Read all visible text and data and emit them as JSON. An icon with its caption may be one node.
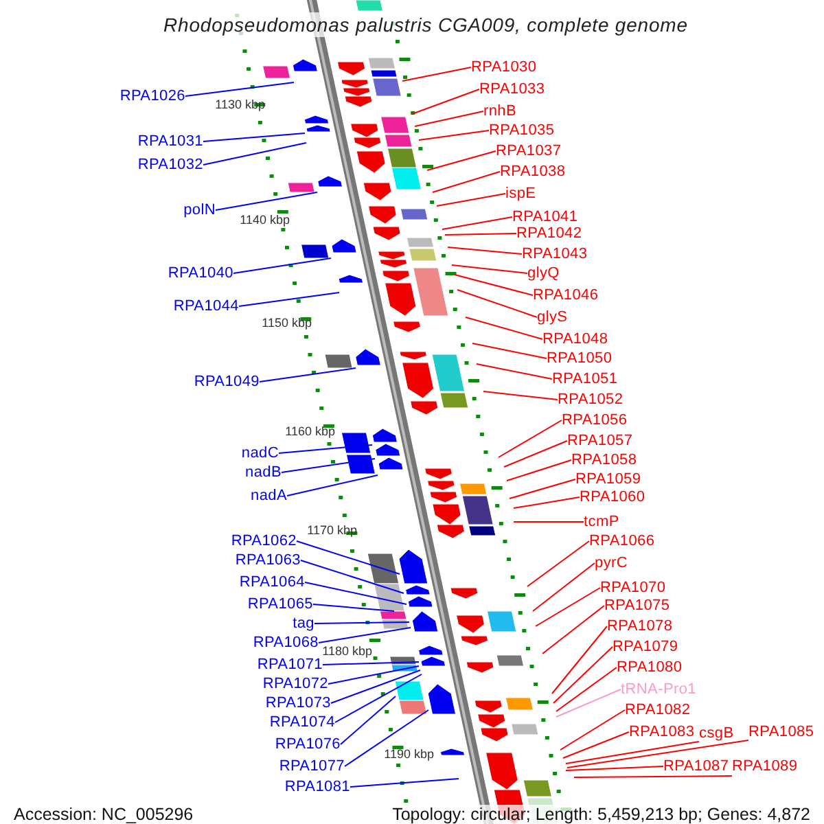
{
  "diagram": {
    "title": "Rhodopseudomonas palustris CGA009, complete genome",
    "nodes": [
      {
        "text": [
          "RPA1026"
        ]
      },
      {
        "text": [
          "RPA1031"
        ]
      },
      {
        "text": [
          "RPA1032"
        ]
      },
      {
        "text": [
          "polN"
        ]
      },
      {
        "text": [
          "RPA1040"
        ]
      },
      {
        "text": [
          "RPA1044"
        ]
      },
      {
        "text": [
          "RPA1049"
        ]
      },
      {
        "text": [
          "nadC"
        ]
      },
      {
        "text": [
          "nadB"
        ]
      },
      {
        "text": [
          "nadA"
        ]
      },
      {
        "text": [
          "RPA1062"
        ]
      },
      {
        "text": [
          "RPA1063"
        ]
      },
      {
        "text": [
          "RPA1064"
        ]
      },
      {
        "text": [
          "RPA1065"
        ]
      },
      {
        "text": [
          "tag"
        ]
      },
      {
        "text": [
          "RPA1068"
        ]
      },
      {
        "text": [
          "RPA1071"
        ]
      },
      {
        "text": [
          "RPA1072"
        ]
      },
      {
        "text": [
          "RPA1073"
        ]
      },
      {
        "text": [
          "RPA1074"
        ]
      },
      {
        "text": [
          "RPA1076"
        ]
      },
      {
        "text": [
          "RPA1077"
        ]
      },
      {
        "text": [
          "RPA1081"
        ]
      },
      {
        "text": [
          "RPA1030"
        ]
      },
      {
        "text": [
          "RPA1033"
        ]
      },
      {
        "text": [
          "rnhB"
        ]
      },
      {
        "text": [
          "RPA1035"
        ]
      },
      {
        "text": [
          "RPA1037"
        ]
      },
      {
        "text": [
          "RPA1038"
        ]
      },
      {
        "text": [
          "ispE"
        ]
      },
      {
        "text": [
          "RPA1041"
        ]
      },
      {
        "text": [
          "RPA1042"
        ]
      },
      {
        "text": [
          "RPA1043"
        ]
      },
      {
        "text": [
          "glyQ"
        ]
      },
      {
        "text": [
          "RPA1046"
        ]
      },
      {
        "text": [
          "glyS"
        ]
      },
      {
        "text": [
          "RPA1048"
        ]
      },
      {
        "text": [
          "RPA1050"
        ]
      },
      {
        "text": [
          "RPA1051"
        ]
      },
      {
        "text": [
          "RPA1052"
        ]
      },
      {
        "text": [
          "RPA1056"
        ]
      },
      {
        "text": [
          "RPA1057"
        ]
      },
      {
        "text": [
          "RPA1058"
        ]
      },
      {
        "text": [
          "RPA1059"
        ]
      },
      {
        "text": [
          "RPA1060"
        ]
      },
      {
        "text": [
          "tcmP"
        ]
      },
      {
        "text": [
          "RPA1066"
        ]
      },
      {
        "text": [
          "pyrC"
        ]
      },
      {
        "text": [
          "RPA1070"
        ]
      },
      {
        "text": [
          "RPA1075"
        ]
      },
      {
        "text": [
          "RPA1078"
        ]
      },
      {
        "text": [
          "RPA1079"
        ]
      },
      {
        "text": [
          "RPA1080"
        ]
      },
      {
        "text": [
          "tRNA-Pro1"
        ]
      },
      {
        "text": [
          "RPA1082"
        ]
      },
      {
        "text": [
          "RPA1083"
        ]
      },
      {
        "text": [
          "csgB"
        ]
      },
      {
        "text": [
          "RPA1085"
        ]
      },
      {
        "text": [
          "RPA1087"
        ]
      },
      {
        "text": [
          "RPA1089"
        ]
      }
    ],
    "edges": [
      {
        "from": 0,
        "to": null,
        "arrow": "none",
        "color": "#0000ff"
      },
      {
        "from": 1,
        "to": null,
        "arrow": "none",
        "color": "#0000ff"
      },
      {
        "from": 2,
        "to": null,
        "arrow": "none",
        "color": "#0000ff"
      },
      {
        "from": 3,
        "to": null,
        "arrow": "none",
        "color": "#0000ff"
      },
      {
        "from": 4,
        "to": null,
        "arrow": "none",
        "color": "#0000ff"
      },
      {
        "from": 5,
        "to": null,
        "arrow": "none",
        "color": "#0000ff"
      },
      {
        "from": 6,
        "to": null,
        "arrow": "none",
        "color": "#0000ff"
      },
      {
        "from": 7,
        "to": null,
        "arrow": "none",
        "color": "#0000ff"
      },
      {
        "from": 8,
        "to": null,
        "arrow": "none",
        "color": "#0000ff"
      },
      {
        "from": 9,
        "to": null,
        "arrow": "none",
        "color": "#0000ff"
      },
      {
        "from": 10,
        "to": null,
        "arrow": "none",
        "color": "#0000ff"
      },
      {
        "from": 11,
        "to": null,
        "arrow": "none",
        "color": "#0000ff"
      },
      {
        "from": 12,
        "to": null,
        "arrow": "none",
        "color": "#0000ff"
      },
      {
        "from": 13,
        "to": null,
        "arrow": "none",
        "color": "#0000ff"
      },
      {
        "from": 14,
        "to": null,
        "arrow": "none",
        "color": "#0000ff"
      },
      {
        "from": 15,
        "to": null,
        "arrow": "none",
        "color": "#0000ff"
      },
      {
        "from": 16,
        "to": null,
        "arrow": "none",
        "color": "#0000ff"
      },
      {
        "from": 17,
        "to": null,
        "arrow": "none",
        "color": "#0000ff"
      },
      {
        "from": 18,
        "to": null,
        "arrow": "none",
        "color": "#0000ff"
      },
      {
        "from": 19,
        "to": null,
        "arrow": "none",
        "color": "#0000ff"
      },
      {
        "from": 20,
        "to": null,
        "arrow": "none",
        "color": "#0000ff"
      },
      {
        "from": 21,
        "to": null,
        "arrow": "none",
        "color": "#0000ff"
      },
      {
        "from": 22,
        "to": null,
        "arrow": "none",
        "color": "#0000ff"
      },
      {
        "from": 23,
        "to": null,
        "arrow": "none"
      },
      {
        "from": 24,
        "to": null,
        "arrow": "none"
      },
      {
        "from": 25,
        "to": null,
        "arrow": "none"
      },
      {
        "from": 26,
        "to": null,
        "arrow": "none"
      },
      {
        "from": 27,
        "to": null,
        "arrow": "none"
      },
      {
        "from": 28,
        "to": null,
        "arrow": "none"
      },
      {
        "from": 29,
        "to": null,
        "arrow": "none"
      },
      {
        "from": 30,
        "to": null,
        "arrow": "none"
      },
      {
        "from": 31,
        "to": null,
        "arrow": "none"
      },
      {
        "from": 32,
        "to": null,
        "arrow": "none"
      },
      {
        "from": 33,
        "to": null,
        "arrow": "none"
      },
      {
        "from": 34,
        "to": null,
        "arrow": "none"
      },
      {
        "from": 35,
        "to": null,
        "arrow": "none"
      },
      {
        "from": 36,
        "to": null,
        "arrow": "none"
      },
      {
        "from": 37,
        "to": null,
        "arrow": "none"
      },
      {
        "from": 38,
        "to": null,
        "arrow": "none"
      },
      {
        "from": 39,
        "to": null,
        "arrow": "none"
      },
      {
        "from": 40,
        "to": null,
        "arrow": "none"
      },
      {
        "from": 41,
        "to": null,
        "arrow": "none"
      },
      {
        "from": 42,
        "to": null,
        "arrow": "none"
      },
      {
        "from": 43,
        "to": null,
        "arrow": "none"
      },
      {
        "from": 44,
        "to": null,
        "arrow": "none"
      },
      {
        "from": 45,
        "to": null,
        "arrow": "none"
      },
      {
        "from": 46,
        "to": null,
        "arrow": "none"
      },
      {
        "from": 47,
        "to": null,
        "arrow": "none"
      },
      {
        "from": 48,
        "to": null,
        "arrow": "none"
      },
      {
        "from": 49,
        "to": null,
        "arrow": "none"
      },
      {
        "from": 50,
        "to": null,
        "arrow": "none"
      },
      {
        "from": 51,
        "to": null,
        "arrow": "none"
      },
      {
        "from": 52,
        "to": null,
        "arrow": "none"
      },
      {
        "from": 53,
        "to": null,
        "arrow": "none",
        "color": "#ff99cc"
      },
      {
        "from": 54,
        "to": null,
        "arrow": "none"
      },
      {
        "from": 55,
        "to": null,
        "arrow": "none"
      },
      {
        "from": 56,
        "to": null,
        "arrow": "none"
      },
      {
        "from": 57,
        "to": null,
        "arrow": "none"
      },
      {
        "from": 58,
        "to": null,
        "arrow": "none"
      },
      {
        "from": 59,
        "to": null,
        "arrow": "none"
      }
    ],
    "labels": [
      "1130 kbp",
      "1140 kbp",
      "1150 kbp",
      "1160 kbp",
      "1170 kbp",
      "1180 kbp",
      "1190 kbp",
      "Accession: NC_005296",
      "Topology: circular; Length: 5,459,213 bp; Genes: 4,872"
    ]
  }
}
